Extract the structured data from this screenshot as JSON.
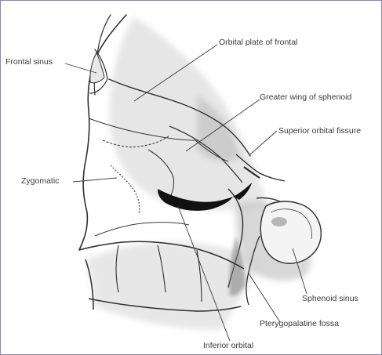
{
  "figure": {
    "labels": {
      "frontal_sinus": "Frontal sinus",
      "orbital_plate_of_frontal": "Orbital plate of frontal",
      "greater_wing_of_sphenoid": "Greater wing of sphenoid",
      "superior_orbital_fissure": "Superior orbital fissure",
      "zygomatic": "Zygomatic",
      "sphenoid_sinus": "Sphenoid sinus",
      "pterygopalatine_fossa": "Pterygopalatine fossa",
      "inferior_orbital": "Inferior orbital"
    },
    "colors": {
      "bone_outline": "#2e2e2e",
      "shading": "#6f6f6f",
      "fissure": "#111111",
      "frame_border": "#8c88a6",
      "leader_line": "#3a3a3a"
    }
  }
}
